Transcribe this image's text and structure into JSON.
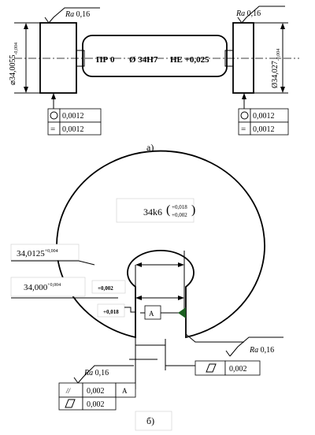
{
  "figure_a": {
    "left_roughness": {
      "symbol": "Ra",
      "value": "0,16"
    },
    "right_roughness": {
      "symbol": "Ra",
      "value": "0,16"
    },
    "left_diameter": {
      "main": "⌀34,0055",
      "tol": "-0,004"
    },
    "right_diameter": {
      "main": "Ø34,027",
      "tol": "-0,004"
    },
    "handle_text": {
      "go": "ПР 0",
      "nominal": "Ø 34H7",
      "nogo": "НЕ +0,025"
    },
    "left_frame": {
      "row1_value": "0,0012",
      "row2_symbol": "=",
      "row2_value": "0,0012"
    },
    "right_frame": {
      "row1_value": "0,0012",
      "row2_symbol": "=",
      "row2_value": "0,0012"
    },
    "caption": "а)"
  },
  "figure_b": {
    "body_label": {
      "main": "34k6",
      "upper": "+0,018",
      "lower": "+0,002"
    },
    "dim_upper": {
      "main": "34,0125",
      "tol": "+0,004"
    },
    "dim_lower": {
      "main": "34,000",
      "tol": "+0,004"
    },
    "small_label_1": "+0,002",
    "small_label_2": "+0,018",
    "datum": "A",
    "right_roughness": {
      "symbol": "Ra",
      "value": "0,16"
    },
    "right_frame_value": "0,002",
    "left_roughness": {
      "symbol": "Ra",
      "value": "0,16"
    },
    "left_frame": {
      "row1_symbol": "//",
      "row1_value": "0,002",
      "row1_datum": "A",
      "row2_value": "0,002"
    },
    "caption": "б)"
  }
}
